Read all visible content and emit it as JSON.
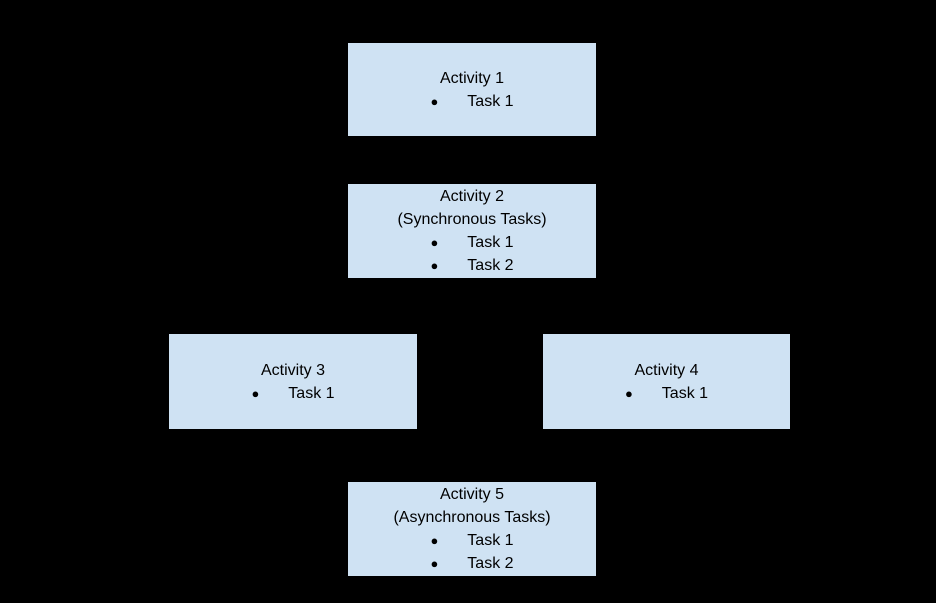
{
  "diagram": {
    "background_color": "#000000",
    "box_fill_color": "#cfe2f3",
    "box_border_color": "#000000",
    "text_color": "#000000",
    "bullet_glyph": "●",
    "nodes": [
      {
        "title": "Activity 1",
        "subtitle": "",
        "tasks": [
          "Task 1"
        ]
      },
      {
        "title": "Activity 2",
        "subtitle": "(Synchronous Tasks)",
        "tasks": [
          "Task 1",
          "Task 2"
        ]
      },
      {
        "title": "Activity 3",
        "subtitle": "",
        "tasks": [
          "Task 1"
        ]
      },
      {
        "title": "Activity 4",
        "subtitle": "",
        "tasks": [
          "Task 1"
        ]
      },
      {
        "title": "Activity 5",
        "subtitle": "(Asynchronous Tasks)",
        "tasks": [
          "Task 1",
          "Task 2"
        ]
      }
    ]
  }
}
